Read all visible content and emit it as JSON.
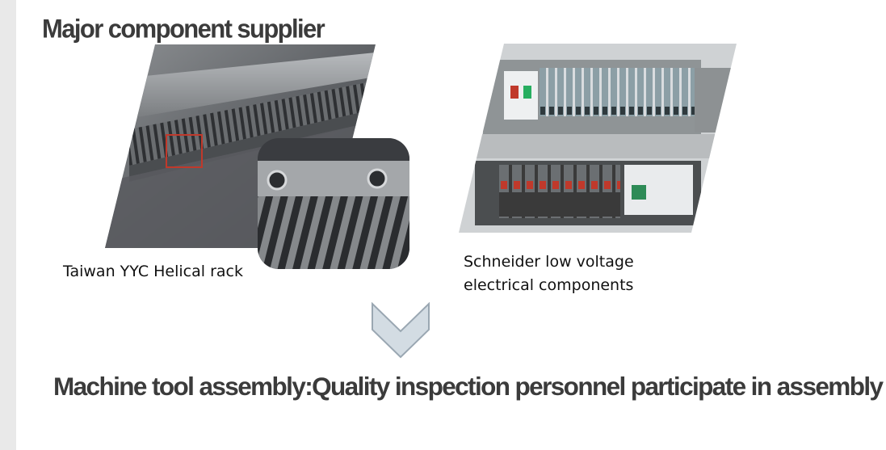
{
  "slide": {
    "title": "Major component supplier",
    "left_caption": "Taiwan YYC Helical rack",
    "right_caption_line1": "Schneider low voltage",
    "right_caption_line2": "electrical components",
    "bottom_title": "Machine tool assembly:Quality inspection personnel participate in assembly"
  },
  "colors": {
    "title_text": "#3b3b3b",
    "arrow_fill": "#d3dce3",
    "arrow_stroke": "#9aa7b2",
    "highlight_box": "#c0392b"
  },
  "icons": {
    "down_arrow": "chevron-down-icon"
  }
}
